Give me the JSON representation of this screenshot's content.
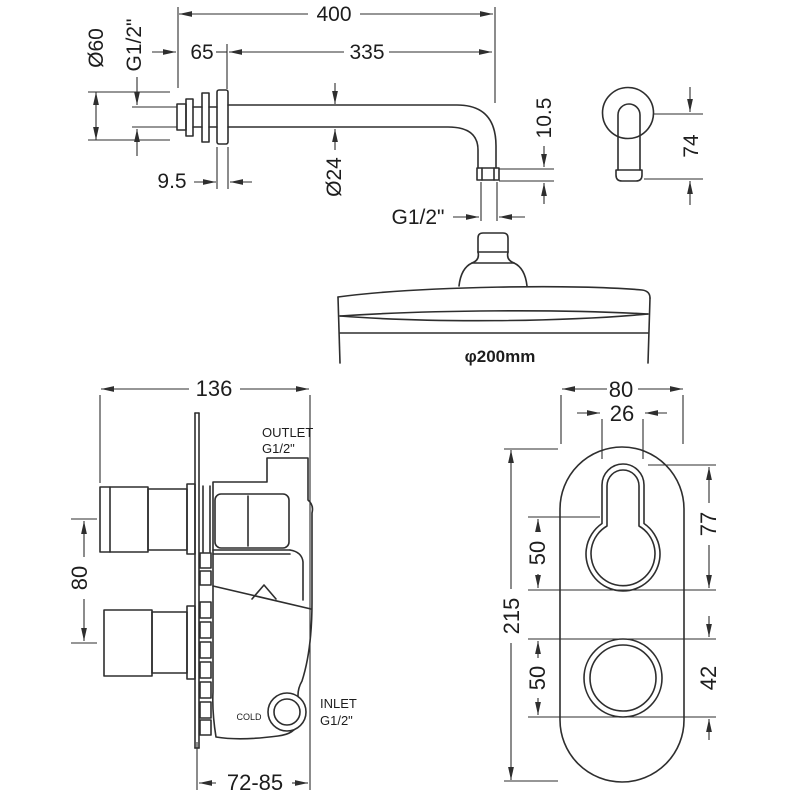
{
  "drawing": {
    "arm_side": {
      "dim_overall": "400",
      "dim_wall_to_flange": "65",
      "dim_flange_to_drop": "335",
      "dim_flange_diameter": "Ø60",
      "dim_inlet_thread": "G1/2\"",
      "dim_flange_thickness": "9.5",
      "dim_arm_diameter": "Ø24",
      "dim_drop_offset": "10.5",
      "dim_outlet_thread": "G1/2\""
    },
    "arm_end": {
      "dim_projection": "74"
    },
    "shower_head": {
      "dim_diameter": "φ200mm"
    },
    "valve_side": {
      "dim_width": "136",
      "dim_handle_spacing": "80",
      "dim_depth_range": "72-85",
      "label_outlet": "OUTLET",
      "label_outlet_thread": "G1/2\"",
      "label_inlet": "INLET",
      "label_inlet_thread": "G1/2\"",
      "label_cold": "COLD"
    },
    "valve_front": {
      "dim_plate_width": "80",
      "dim_stem_width": "26",
      "dim_total_height": "215",
      "dim_keyhole_height": "77",
      "dim_upper_spacing": "50",
      "dim_lower_spacing": "50",
      "dim_knob_diameter": "42"
    },
    "colors": {
      "line": "#2e2e2e",
      "background": "#ffffff"
    }
  }
}
